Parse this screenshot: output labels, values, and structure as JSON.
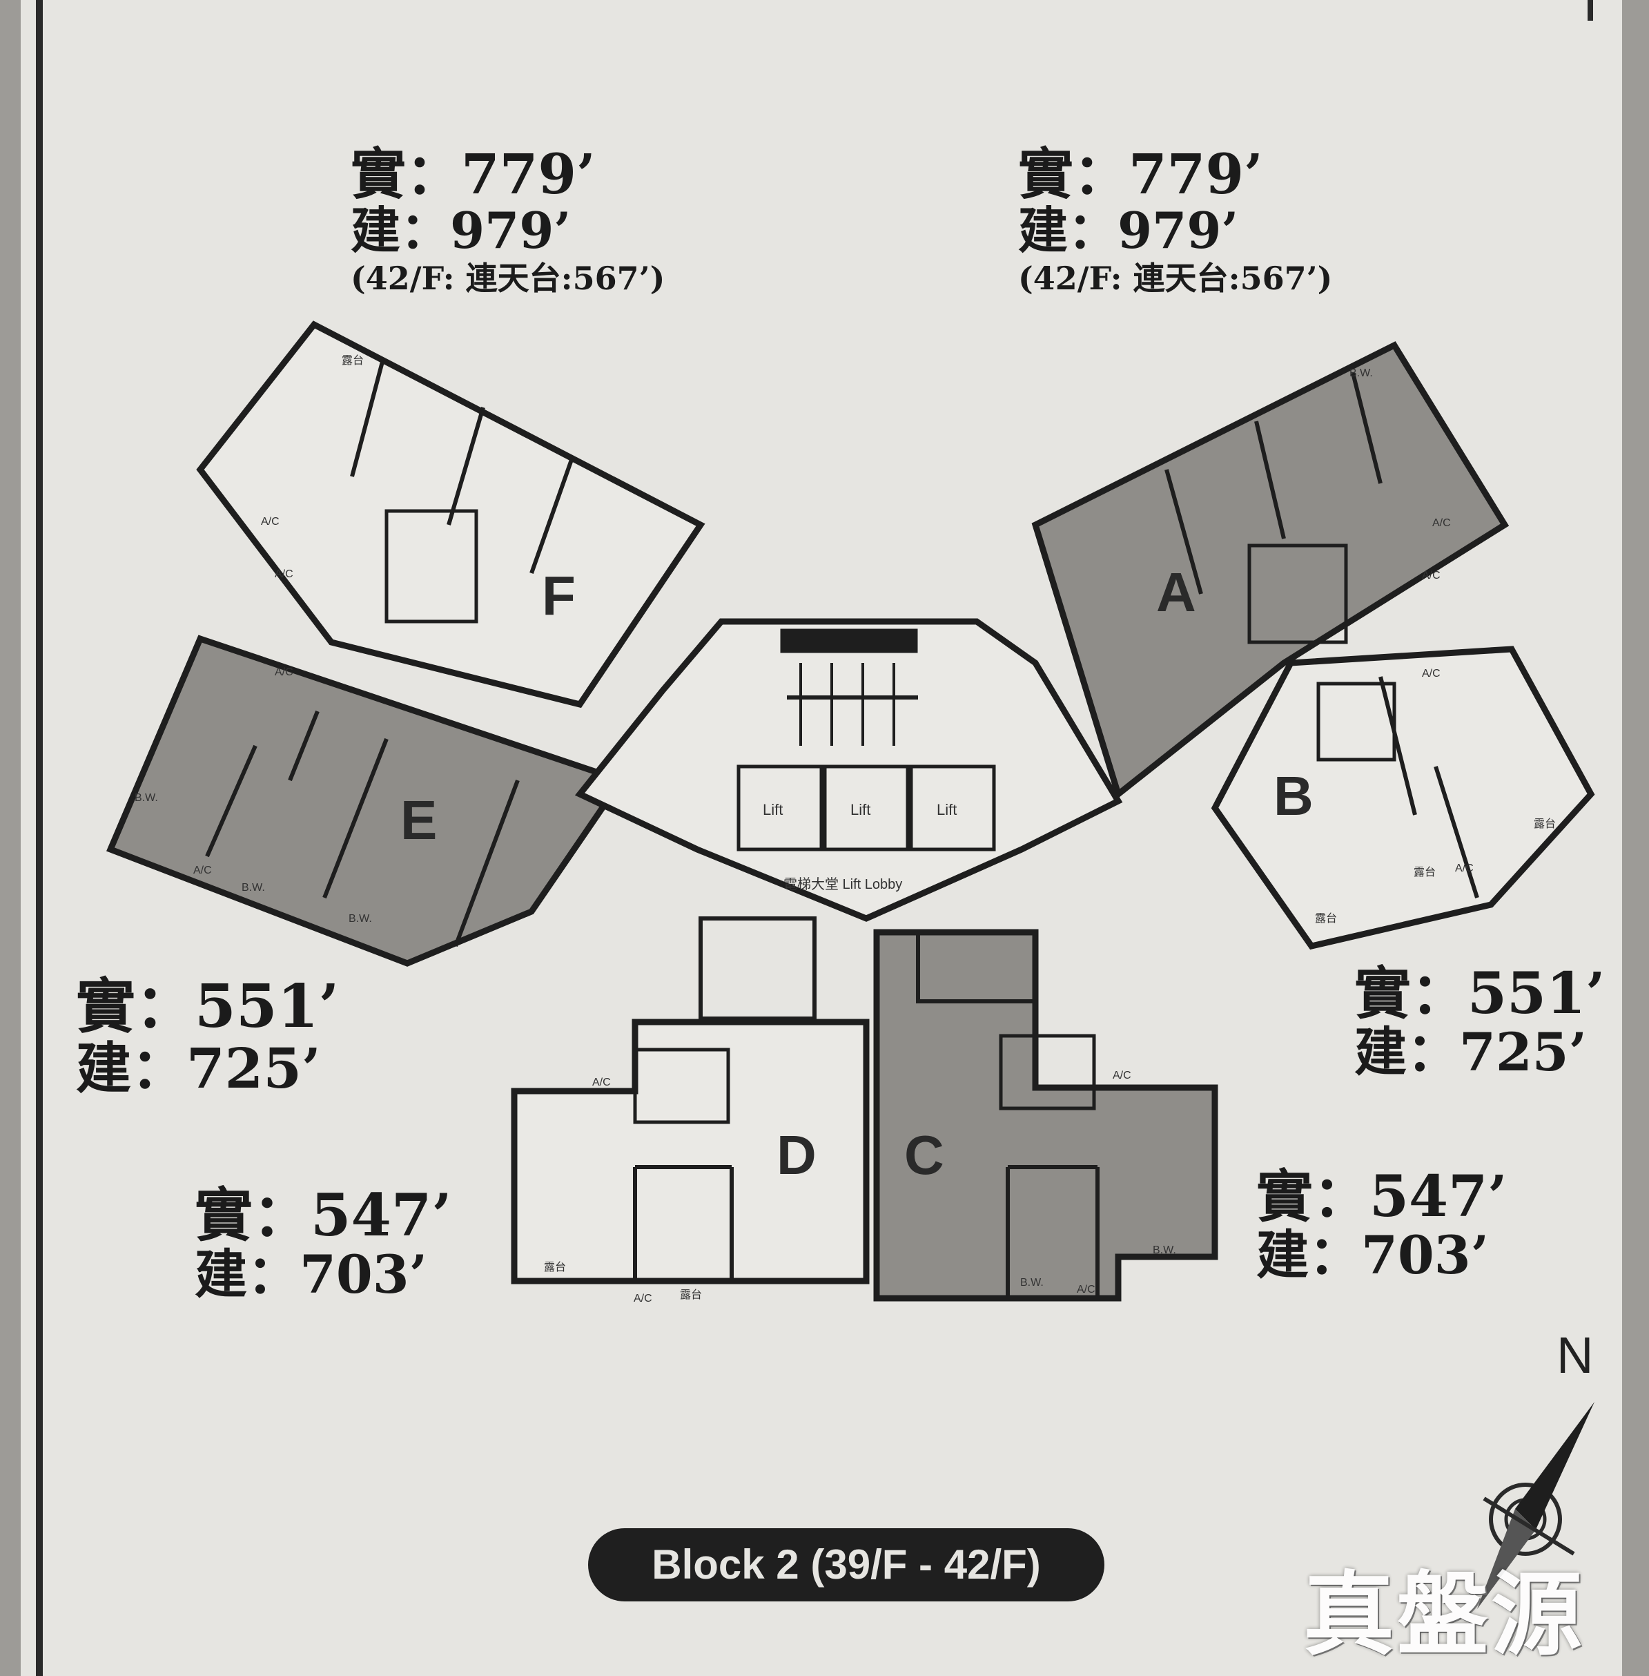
{
  "units": {
    "F": {
      "letter": "F",
      "saleable": "實：779’",
      "gross": "建：979’",
      "roof": "(42/F: 連天台:567’)"
    },
    "A": {
      "letter": "A",
      "saleable": "實：779’",
      "gross": "建：979’",
      "roof": "(42/F: 連天台:567’)"
    },
    "E": {
      "letter": "E",
      "saleable": "實：551’",
      "gross": "建：725’"
    },
    "B": {
      "letter": "B",
      "saleable": "實：551’",
      "gross": "建：725’"
    },
    "D": {
      "letter": "D",
      "saleable": "實：547’",
      "gross": "建：703’"
    },
    "C": {
      "letter": "C",
      "saleable": "實：547’",
      "gross": "建：703’"
    }
  },
  "lifts": [
    "Lift",
    "Lift",
    "Lift"
  ],
  "lobby_label": "電梯大堂  Lift Lobby",
  "room_labels": {
    "ac": "A/C",
    "bw": "B.W.",
    "balcony": "露台"
  },
  "block_label": "Block 2 (39/F - 42/F)",
  "north_label": "N",
  "watermark": "真盤源",
  "colors": {
    "shaded_unit": "#8f8d89",
    "light_unit": "#eae9e5",
    "ink": "#1e1e1e",
    "label_bg": "#1f1f1f"
  }
}
